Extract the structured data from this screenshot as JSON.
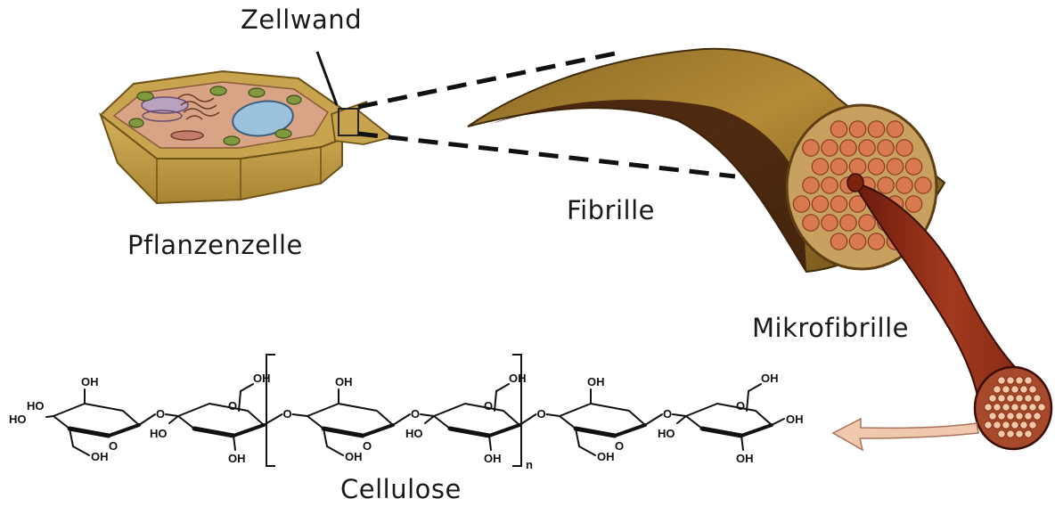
{
  "labels": {
    "zellwand": "Zellwand",
    "pflanzenzelle": "Pflanzenzelle",
    "fibrille": "Fibrille",
    "mikrofibrille": "Mikrofibrille",
    "cellulose": "Cellulose"
  },
  "chemistry": {
    "oh": "OH",
    "ho": "HO",
    "o": "O",
    "repeat_subscript": "n"
  },
  "colors": {
    "cell_wall": "#c9a44e",
    "cell_wall_dark": "#8f6e2a",
    "cytoplasm": "#d9a485",
    "nucleus": "#9cc3de",
    "chloroplast": "#7f9a3f",
    "fibril": "#a07828",
    "fibril_shadow": "#3c1a0a",
    "microfibril": "#8b2a14",
    "microfibril_end": "#a74a2c",
    "dots": "#d8794f",
    "arrow": "#f0c8ac"
  }
}
